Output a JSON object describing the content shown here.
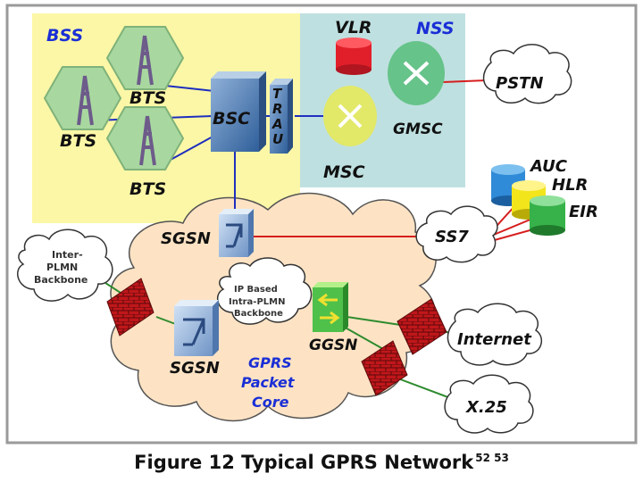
{
  "regions": {
    "bss": "BSS",
    "nss": "NSS",
    "core": [
      "GPRS",
      "Packet",
      "Core"
    ]
  },
  "nodes": {
    "bts_top": "BTS",
    "bts_left": "BTS",
    "bts_bottom": "BTS",
    "bsc": "BSC",
    "trau": [
      "T",
      "R",
      "A",
      "U"
    ],
    "vlr": "VLR",
    "msc": "MSC",
    "gmsc": "GMSC",
    "pstn": "PSTN",
    "auc": "AUC",
    "hlr": "HLR",
    "eir": "EIR",
    "ss7": "SS7",
    "sgsn_top": "SGSN",
    "sgsn_bottom": "SGSN",
    "ggsn": "GGSN",
    "internet": "Internet",
    "x25": "X.25"
  },
  "clouds": {
    "inter_plmn": [
      "Inter-",
      "PLMN",
      "Backbone"
    ],
    "intra_plmn": [
      "IP Based",
      "Intra-PLMN",
      "Backbone"
    ]
  },
  "caption": {
    "text": "Figure 12 Typical GPRS Network",
    "refs": "52  53"
  },
  "colors": {
    "bss_bg": "#fbf7a6",
    "nss_bg": "#bfe0e0",
    "core_cloud": "#fde3c4",
    "line_blue": "#1f2fbf",
    "line_red": "#d61e1e",
    "line_green": "#2e8b2e",
    "firewall": "#c0171b"
  }
}
